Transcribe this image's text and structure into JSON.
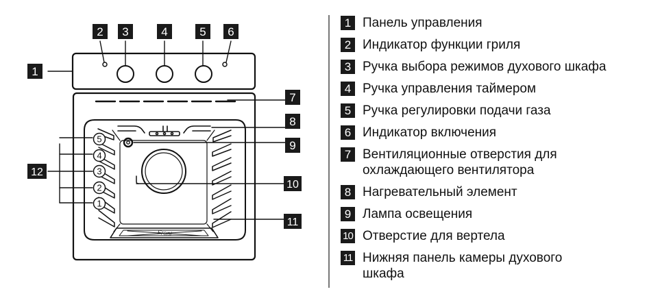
{
  "callouts": [
    "1",
    "2",
    "3",
    "4",
    "5",
    "6",
    "7",
    "8",
    "9",
    "10",
    "11",
    "12"
  ],
  "shelves": [
    "5",
    "4",
    "3",
    "2",
    "1"
  ],
  "tray_text": "Front",
  "legend": [
    {
      "num": "1",
      "text": "Панель управления"
    },
    {
      "num": "2",
      "text": "Индикатор функции гриля"
    },
    {
      "num": "3",
      "text": "Ручка выбора режимов духового шкафа"
    },
    {
      "num": "4",
      "text": "Ручка управления таймером"
    },
    {
      "num": "5",
      "text": "Ручка регулировки подачи газа"
    },
    {
      "num": "6",
      "text": "Индикатор включения"
    },
    {
      "num": "7",
      "text": "Вентиляционные отверстия для охлаждающего вентилятора"
    },
    {
      "num": "8",
      "text": "Нагревательный элемент"
    },
    {
      "num": "9",
      "text": "Лампа освещения"
    },
    {
      "num": "10",
      "text": "Отверстие для вертела"
    },
    {
      "num": "11",
      "text": "Нижняя панель камеры духового шкафа"
    }
  ]
}
